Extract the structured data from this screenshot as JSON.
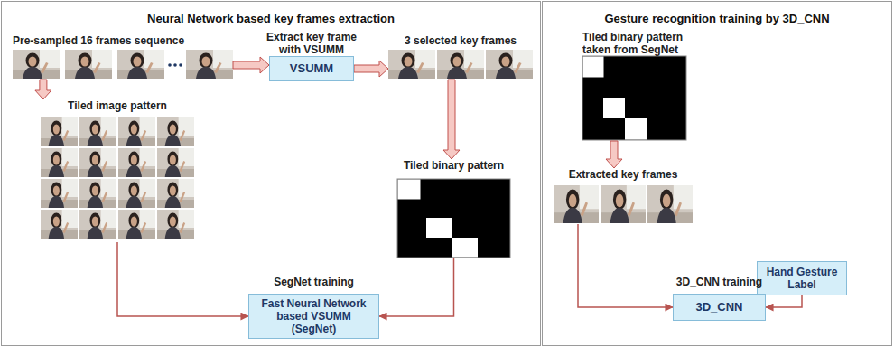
{
  "diagram": {
    "nodes": [
      {
        "text": [
          "Neural Network based key frames extraction"
        ]
      },
      {
        "text": [
          "Pre-sampled 16 frames sequence"
        ],
        "in": 0
      },
      {
        "text": [
          "Extract key frame with VSUMM",
          "VSUMM"
        ],
        "in": 0
      },
      {
        "text": [
          "3 selected key frames"
        ],
        "in": 0
      },
      {
        "text": [
          "Tiled image pattern"
        ],
        "in": 0
      },
      {
        "text": [
          "Tiled binary pattern"
        ],
        "in": 0
      },
      {
        "text": [
          "SegNet training",
          "Fast Neural Network based VSUMM (SegNet)"
        ],
        "in": 0
      },
      {
        "text": [
          "Gesture recognition training by 3D_CNN"
        ]
      },
      {
        "text": [
          "Tiled binary pattern taken from SegNet"
        ],
        "in": 7
      },
      {
        "text": [
          "Extracted key frames"
        ],
        "in": 7
      },
      {
        "text": [
          "Hand Gesture Label"
        ],
        "in": 7
      },
      {
        "text": [
          "3D_CNN training",
          "3D_CNN"
        ],
        "in": 7
      }
    ],
    "edges": [
      {
        "from": 1,
        "to": 2,
        "arrow": "to"
      },
      {
        "from": 2,
        "to": 3,
        "arrow": "to"
      },
      {
        "from": 1,
        "to": 4,
        "arrow": "to"
      },
      {
        "from": 3,
        "to": 5,
        "arrow": "to"
      },
      {
        "from": 4,
        "to": 6,
        "arrow": "to"
      },
      {
        "from": 5,
        "to": 6,
        "arrow": "to"
      },
      {
        "from": 8,
        "to": 9,
        "arrow": "to"
      },
      {
        "from": 9,
        "to": 11,
        "arrow": "to"
      },
      {
        "from": 10,
        "to": 11,
        "arrow": "to"
      }
    ]
  }
}
